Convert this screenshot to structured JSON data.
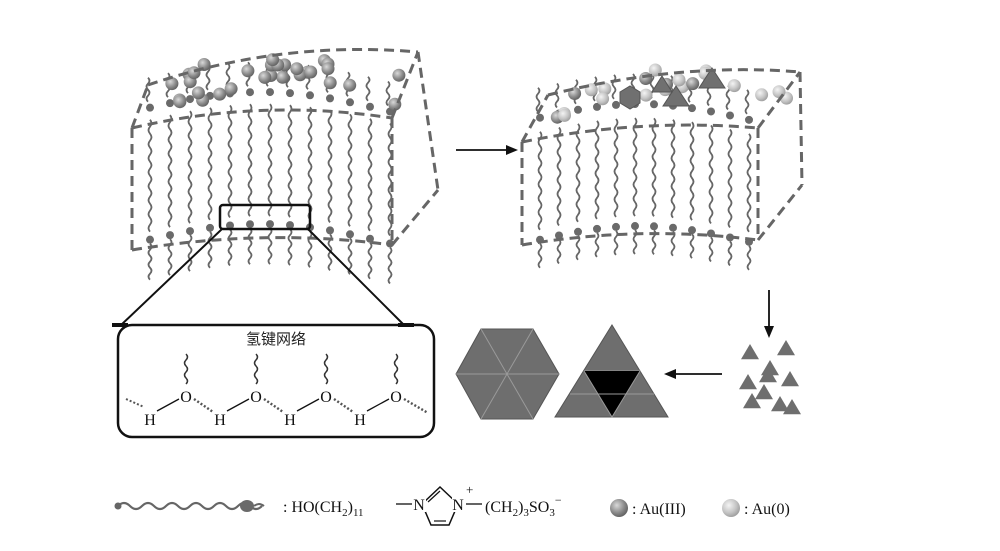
{
  "inset": {
    "title": "氢键网络",
    "h_labels": [
      "H",
      "H",
      "H",
      "H"
    ],
    "o_labels": [
      "O",
      "O",
      "O",
      "O"
    ]
  },
  "legend": {
    "formula": {
      "prefix": ": HO(CH",
      "sub1": "2",
      "mid1": ")",
      "sub2": "11",
      "n_left": "N",
      "n_right": "N",
      "plus": "+",
      "tail1": "(CH",
      "sub3": "2",
      "tail2": ")",
      "sub4": "3",
      "tail3": "SO",
      "sub5": "3",
      "minus": "−"
    },
    "au3_label": ": Au(III)",
    "au0_label": ": Au(0)"
  },
  "colors": {
    "surfactant": "#666666",
    "ink": "#111111",
    "au3": "#8a8a8a",
    "au0": "#c4c4c4",
    "crystal": "#6f6f6f"
  }
}
